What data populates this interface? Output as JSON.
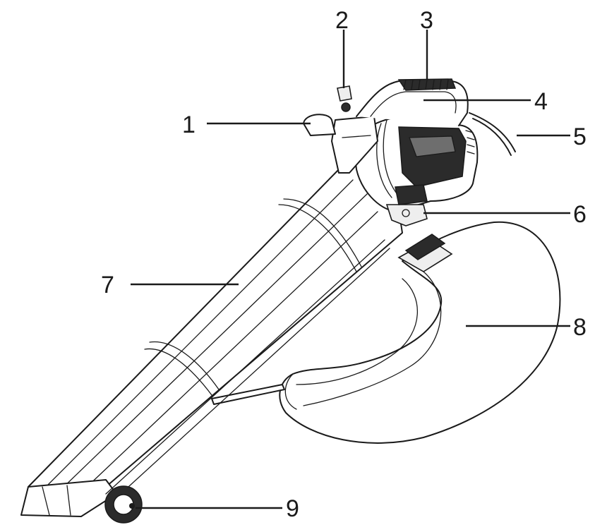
{
  "diagram": {
    "colors": {
      "line": "#1a1a1a",
      "dark_part": "#2b2b2b",
      "mid_part": "#6e6e6e"
    },
    "callouts": [
      {
        "id": "1",
        "label": "1"
      },
      {
        "id": "2",
        "label": "2"
      },
      {
        "id": "3",
        "label": "3"
      },
      {
        "id": "4",
        "label": "4"
      },
      {
        "id": "5",
        "label": "5"
      },
      {
        "id": "6",
        "label": "6"
      },
      {
        "id": "7",
        "label": "7"
      },
      {
        "id": "8",
        "label": "8"
      },
      {
        "id": "9",
        "label": "9"
      }
    ]
  }
}
